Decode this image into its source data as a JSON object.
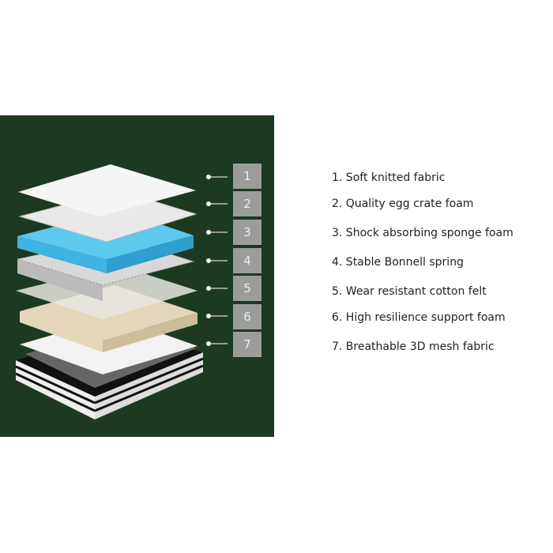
{
  "layers": [
    {
      "num": "1",
      "label": "1. Soft knitted fabric"
    },
    {
      "num": "2",
      "label": "2. Quality egg crate foam"
    },
    {
      "num": "3",
      "label": "3. Shock absorbing sponge foam"
    },
    {
      "num": "4",
      "label": "4. Stable Bonnell spring"
    },
    {
      "num": "5",
      "label": "5. Wear resistant cotton felt"
    },
    {
      "num": "6",
      "label": "6. High resilience support foam"
    },
    {
      "num": "7",
      "label": "7. Breathable 3D mesh fabric"
    }
  ],
  "colors": {
    "panel": "#1b3a21",
    "number_box": "#9b9d9b",
    "foam_blue": "#4fc3ec",
    "support_foam": "#e4d6b8"
  }
}
